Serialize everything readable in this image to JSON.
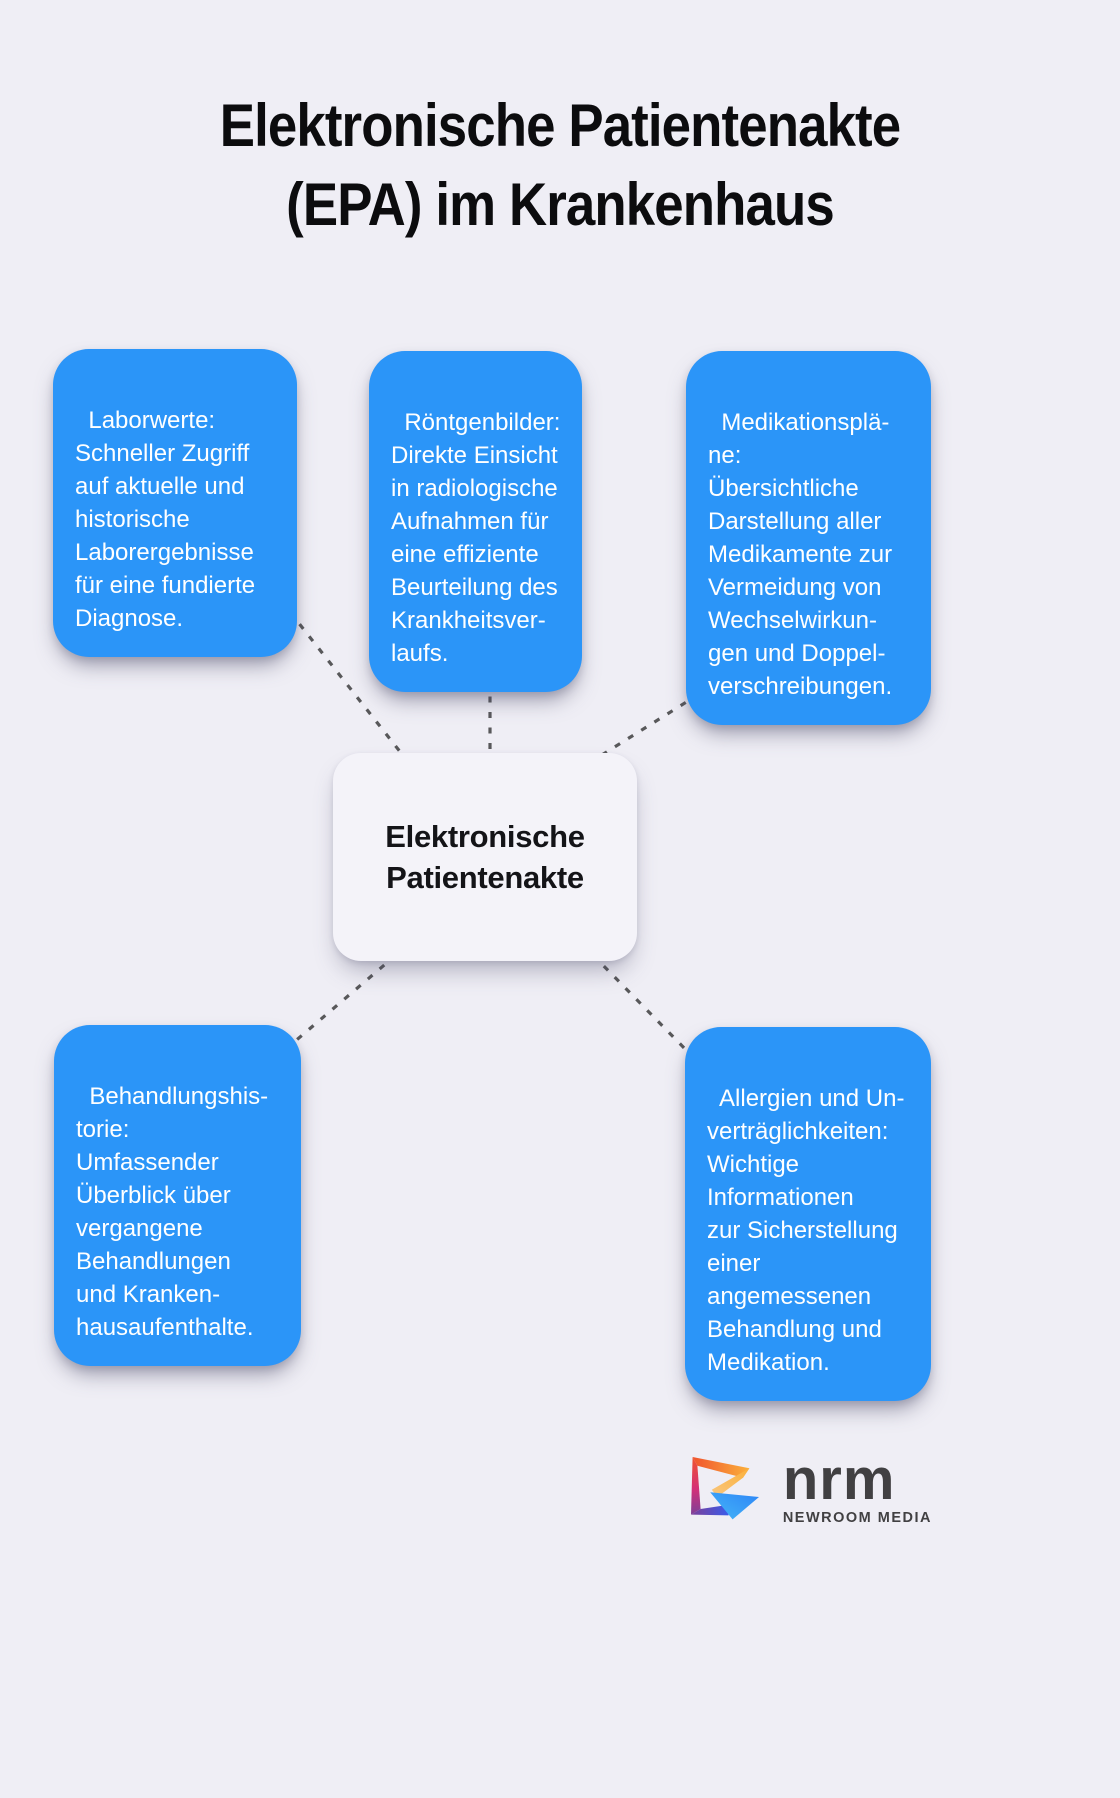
{
  "title": {
    "lines": [
      "Elektronische Patientenakte",
      "(EPA) im Krankenhaus"
    ]
  },
  "center_node": {
    "id": "center",
    "lines": [
      "Elektronische",
      "Patientenakte"
    ]
  },
  "nodes": [
    {
      "id": "laborwerte",
      "lines": [
        "Laborwerte:",
        "Schneller Zugriff",
        "auf aktuelle und",
        "historische",
        "Laborergebnisse",
        "für eine fundierte",
        "Diagnose."
      ]
    },
    {
      "id": "roentgenbilder",
      "lines": [
        "Röntgenbilder:",
        "Direkte Einsicht",
        "in radiologische",
        "Aufnahmen für",
        "eine effiziente",
        "Beurteilung des",
        "Krankheitsver-",
        "laufs."
      ]
    },
    {
      "id": "medikationsplaene",
      "lines": [
        "Medikationsplä-",
        "ne:",
        "Übersichtliche",
        "Darstellung aller",
        "Medikamente zur",
        "Vermeidung von",
        "Wechselwirkun-",
        "gen und Doppel-",
        "verschreibungen."
      ]
    },
    {
      "id": "behandlungshistorie",
      "lines": [
        "Behandlungshis-",
        "torie:",
        "Umfassender",
        "Überblick über",
        "vergangene",
        "Behandlungen",
        "und Kranken-",
        "hausaufenthalte."
      ]
    },
    {
      "id": "allergien",
      "lines": [
        "Allergien und Un-",
        "verträglichkeiten:",
        "Wichtige",
        "Informationen",
        "zur Sicherstellung",
        "einer",
        "angemessenen",
        "Behandlung und",
        "Medikation."
      ]
    }
  ],
  "edges": [
    {
      "from": "laborwerte",
      "to": "center"
    },
    {
      "from": "roentgenbilder",
      "to": "center"
    },
    {
      "from": "medikationsplaene",
      "to": "center"
    },
    {
      "from": "behandlungshistorie",
      "to": "center"
    },
    {
      "from": "allergien",
      "to": "center"
    }
  ],
  "logo": {
    "brand": "nrm",
    "tagline": "NEWROOM MEDIA"
  },
  "colors": {
    "bg": "#EFEEF5",
    "node-fill": "#2B95F8",
    "node-text": "#FFFFFF",
    "center-fill": "#F4F3F9",
    "connector": "#58585A",
    "title-text": "#0C0C0E",
    "logo-text": "#414042"
  }
}
